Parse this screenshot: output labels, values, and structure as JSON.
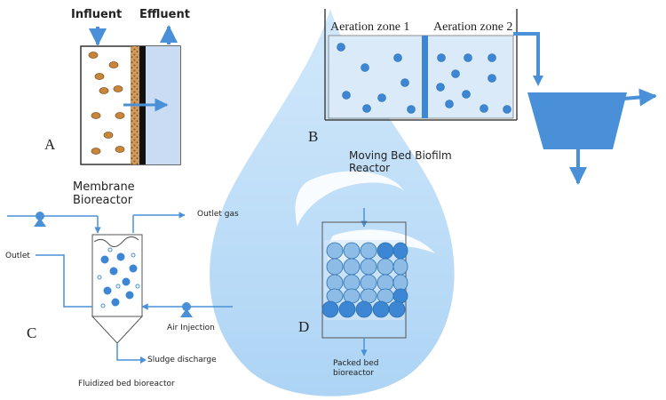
{
  "panel_a": {
    "letter": "A",
    "influent_label": "Influent",
    "effluent_label": "Effluent",
    "title": "Membrane Bioreactor"
  },
  "panel_b": {
    "letter": "B",
    "zone1_label": "Aeration zone 1",
    "zone2_label": "Aeration zone 2",
    "title": "Moving Bed Biofilm Reactor"
  },
  "panel_c": {
    "letter": "C",
    "outlet_gas_label": "Outlet gas",
    "outlet_label": "Outlet",
    "air_injection_label": "Air Injection",
    "sludge_label": "Sludge discharge",
    "title": "Fluidized bed bioreactor"
  },
  "panel_d": {
    "letter": "D",
    "title": "Packed bed bioreactor"
  },
  "colors": {
    "droplet": "#b9dcf7",
    "accent": "#4a90d9",
    "media": "#3d86d3",
    "wall": "#d7a46b",
    "particle": "#c8863b"
  }
}
